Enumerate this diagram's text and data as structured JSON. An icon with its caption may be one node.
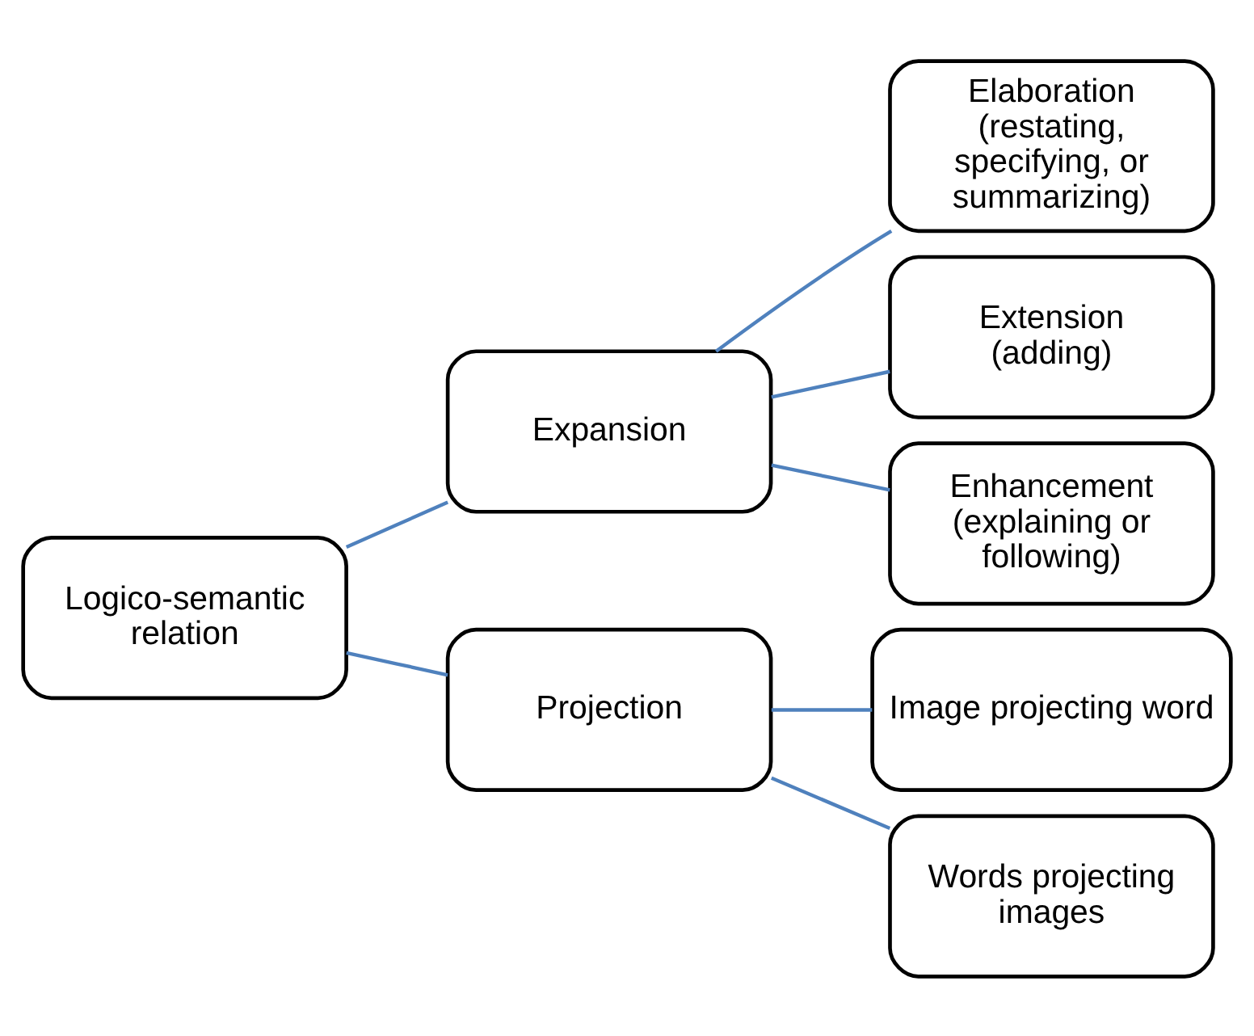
{
  "diagram": {
    "nodes": [
      {
        "text": [
          "Logico-semantic relation"
        ]
      },
      {
        "text": [
          "Expansion"
        ]
      },
      {
        "text": [
          "Projection"
        ]
      },
      {
        "text": [
          "Elaboration",
          "(restating, specifying, or summarizing)"
        ]
      },
      {
        "text": [
          "Extension",
          "(adding)"
        ]
      },
      {
        "text": [
          "Enhancement",
          "(explaining or following)"
        ]
      },
      {
        "text": [
          "Image projecting word"
        ]
      },
      {
        "text": [
          "Words projecting images"
        ]
      }
    ],
    "edges": [
      {
        "from": 0,
        "to": 1,
        "arrow": "none"
      },
      {
        "from": 0,
        "to": 2,
        "arrow": "none"
      },
      {
        "from": 1,
        "to": 3,
        "arrow": "none"
      },
      {
        "from": 1,
        "to": 4,
        "arrow": "none"
      },
      {
        "from": 1,
        "to": 5,
        "arrow": "none"
      },
      {
        "from": 2,
        "to": 6,
        "arrow": "none"
      },
      {
        "from": 2,
        "to": 7,
        "arrow": "none"
      }
    ]
  }
}
